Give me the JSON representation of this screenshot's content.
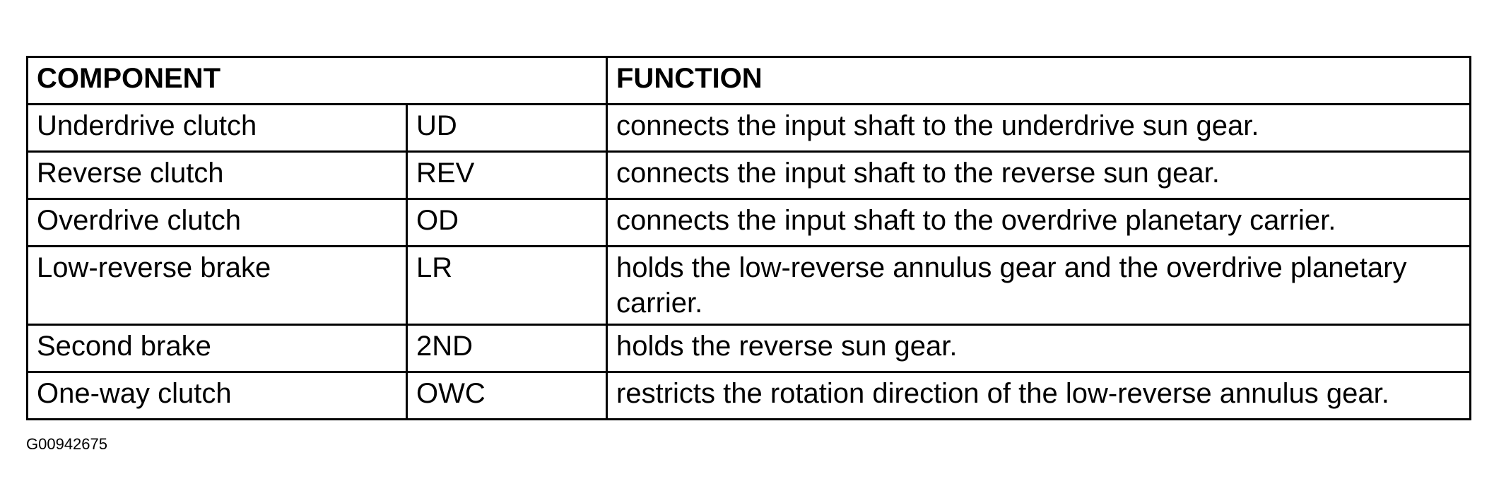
{
  "table": {
    "headers": {
      "component": "COMPONENT",
      "function": "FUNCTION"
    },
    "rows": [
      {
        "component": "Underdrive clutch",
        "abbr": "UD",
        "function": "connects the input shaft to the underdrive sun gear."
      },
      {
        "component": "Reverse clutch",
        "abbr": "REV",
        "function": "connects the input shaft to the reverse sun gear."
      },
      {
        "component": "Overdrive clutch",
        "abbr": "OD",
        "function": "connects the input shaft to the overdrive planetary carrier."
      },
      {
        "component": "Low-reverse brake",
        "abbr": "LR",
        "function": "holds the low-reverse annulus gear and the overdrive planetary carrier."
      },
      {
        "component": "Second brake",
        "abbr": "2ND",
        "function": "holds the reverse sun gear."
      },
      {
        "component": "One-way clutch",
        "abbr": "OWC",
        "function": "restricts the rotation direction of the low-reverse annulus gear."
      }
    ]
  },
  "figure_id": "G00942675"
}
